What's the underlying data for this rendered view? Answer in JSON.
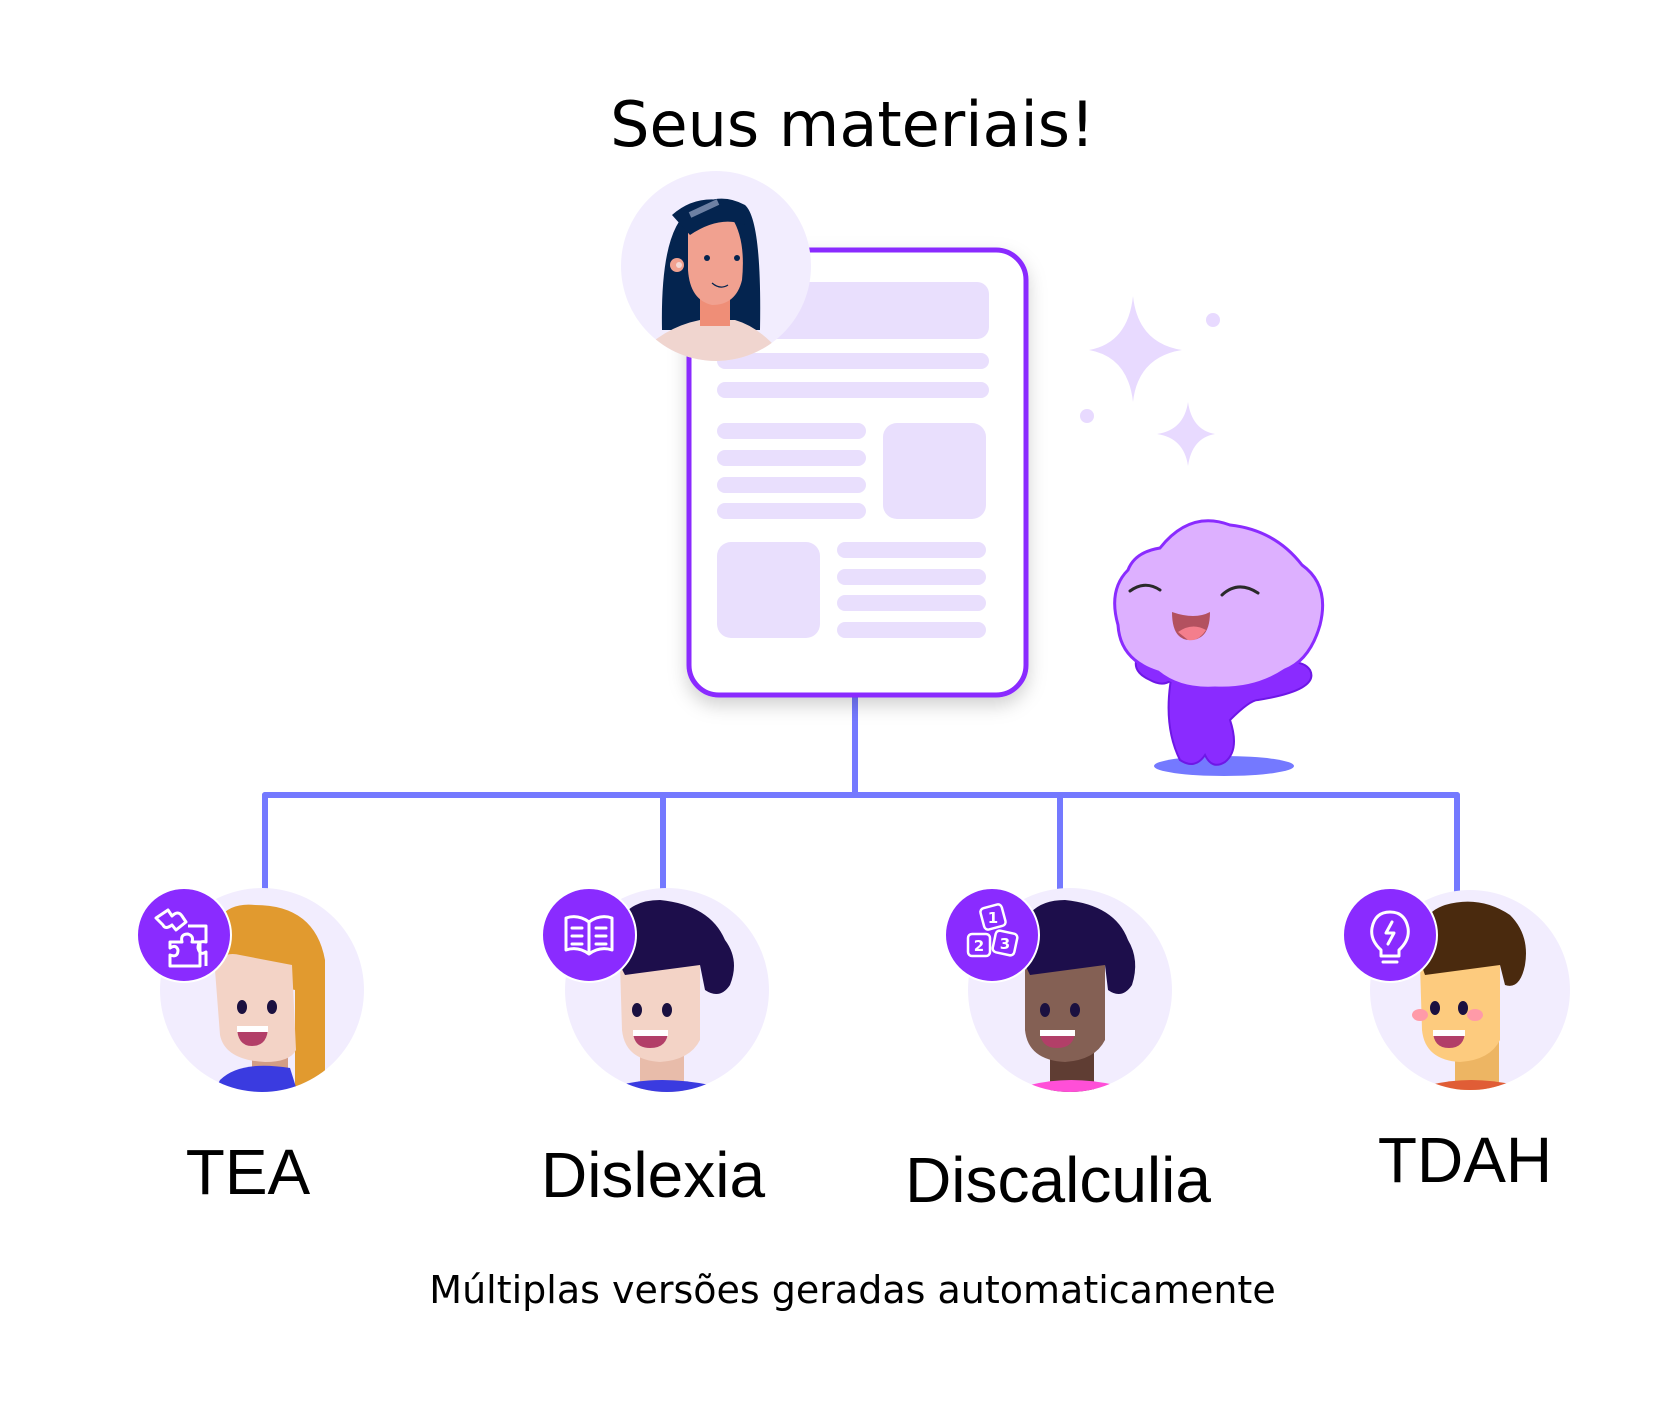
{
  "title": "Seus materiais!",
  "footer": "Múltiplas versões geradas automaticamente",
  "source_document": {
    "type": "document-card",
    "owner_avatar": "teacher-avatar"
  },
  "mascot": "brain-mascot",
  "versions": [
    {
      "label": "TEA",
      "badge_icon": "puzzle-icon",
      "avatar": "girl-orange-hair"
    },
    {
      "label": "Dislexia",
      "badge_icon": "open-book-icon",
      "avatar": "boy-dark-hair"
    },
    {
      "label": "Discalculia",
      "badge_icon": "number-blocks-icon",
      "avatar": "boy-dark-skin"
    },
    {
      "label": "TDAH",
      "badge_icon": "lightbulb-icon",
      "avatar": "boy-curly-hair"
    }
  ],
  "colors": {
    "accent": "#8A2BFF",
    "connector": "#7479FF",
    "placeholder": "#E9DFFD",
    "avatar_bg": "#F2EDFE",
    "mascot_head": "#DDB0FF"
  }
}
